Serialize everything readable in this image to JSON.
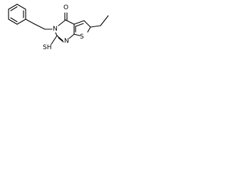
{
  "structure": {
    "atoms": {
      "oxygen": "O",
      "nitrogen_ring": "N",
      "nitrogen_pyrimidine": "N",
      "sulfur_thiophene": "S",
      "thiol": "SH"
    }
  }
}
